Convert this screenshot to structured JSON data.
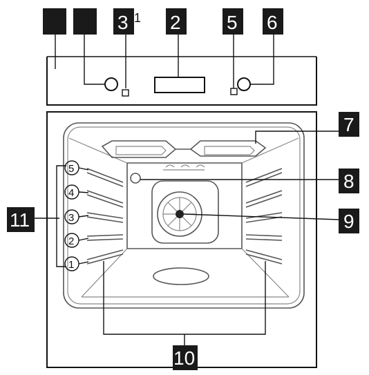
{
  "callouts": {
    "c1": "",
    "c1b": "",
    "c3": "3",
    "c3sub": "1",
    "c2": "2",
    "c5": "5",
    "c6": "6",
    "c7": "7",
    "c8": "8",
    "c9": "9",
    "c10": "10",
    "c11": "11"
  },
  "shelf_levels": [
    "5",
    "4",
    "3",
    "2",
    "1"
  ],
  "colors": {
    "callout_bg": "#1a1a1a",
    "line": "#111111"
  }
}
